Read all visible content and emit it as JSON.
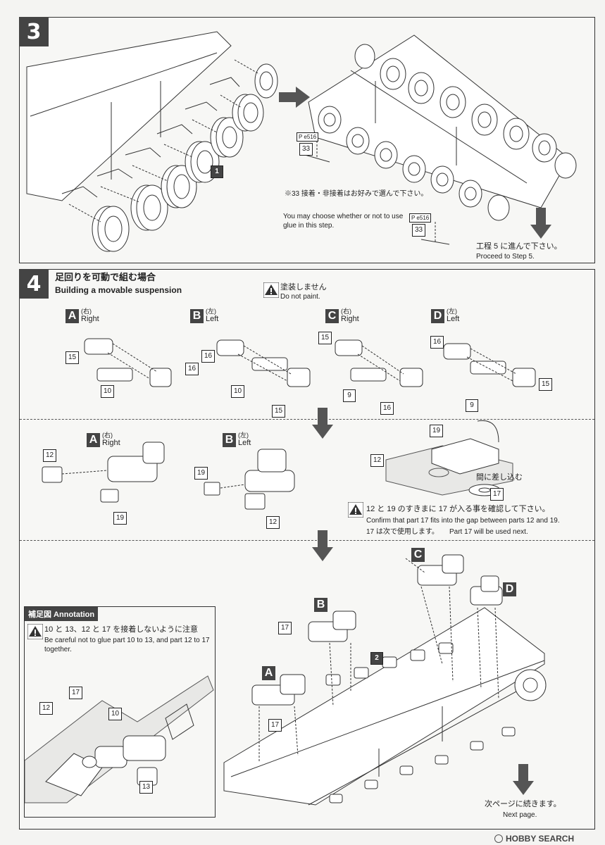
{
  "step3": {
    "number": "3",
    "part1": "1",
    "page_ref_1": "P e516",
    "part33_a": "33",
    "page_ref_2": "P e516",
    "part33_b": "33",
    "note_jp": "※33 接着・非接着はお好みで選んで下さい。",
    "note_en": "You may choose whether or not to use glue in this step.",
    "proceed_jp": "工程 5 に進んで下さい。",
    "proceed_en": "Proceed to Step 5."
  },
  "step4": {
    "number": "4",
    "title_jp": "足回りを可動で組む場合",
    "title_en": "Building a movable suspension",
    "no_paint_jp": "塗装しません",
    "no_paint_en": "Do not paint.",
    "row1": [
      {
        "letter": "A",
        "jp": "(右)",
        "en": "Right",
        "parts": [
          "15",
          "16",
          "10"
        ]
      },
      {
        "letter": "B",
        "jp": "(左)",
        "en": "Left",
        "parts": [
          "16",
          "15",
          "10"
        ]
      },
      {
        "letter": "C",
        "jp": "(右)",
        "en": "Right",
        "parts": [
          "15",
          "16",
          "9"
        ]
      },
      {
        "letter": "D",
        "jp": "(左)",
        "en": "Left",
        "parts": [
          "16",
          "15",
          "9"
        ]
      }
    ],
    "row2": {
      "a_letter": "A",
      "a_jp": "(右)",
      "a_en": "Right",
      "a_parts": [
        "12",
        "19"
      ],
      "b_letter": "B",
      "b_jp": "(左)",
      "b_en": "Left",
      "b_parts": [
        "19",
        "12"
      ],
      "detail_parts": [
        "19",
        "12",
        "17"
      ],
      "insert_jp": "間に差し込む",
      "confirm_jp": "12 と 19 のすきまに 17 が入る事を確認して下さい。",
      "confirm_en": "Confirm that part 17 fits into the gap between parts 12 and 19.",
      "next_jp": "17 は次で使用します。",
      "next_en": "Part 17 will be used next."
    },
    "row3": {
      "labels": [
        "A",
        "B",
        "C",
        "D"
      ],
      "part2": "2",
      "part17_a": "17",
      "part17_b": "17"
    },
    "annotation": {
      "title": "補足図 Annotation",
      "warn_jp": "10 と 13、12 と 17 を接着しないように注意",
      "warn_en": "Be careful not to glue part 10 to 13, and part 12 to 17 together.",
      "parts": [
        "17",
        "12",
        "10",
        "13"
      ]
    },
    "next_jp": "次ページに続きます。",
    "next_en": "Next page."
  },
  "watermark": "HOBBY SEARCH",
  "colors": {
    "dark_box": "#444444",
    "line": "#333333",
    "paper": "#f4f4f2"
  }
}
